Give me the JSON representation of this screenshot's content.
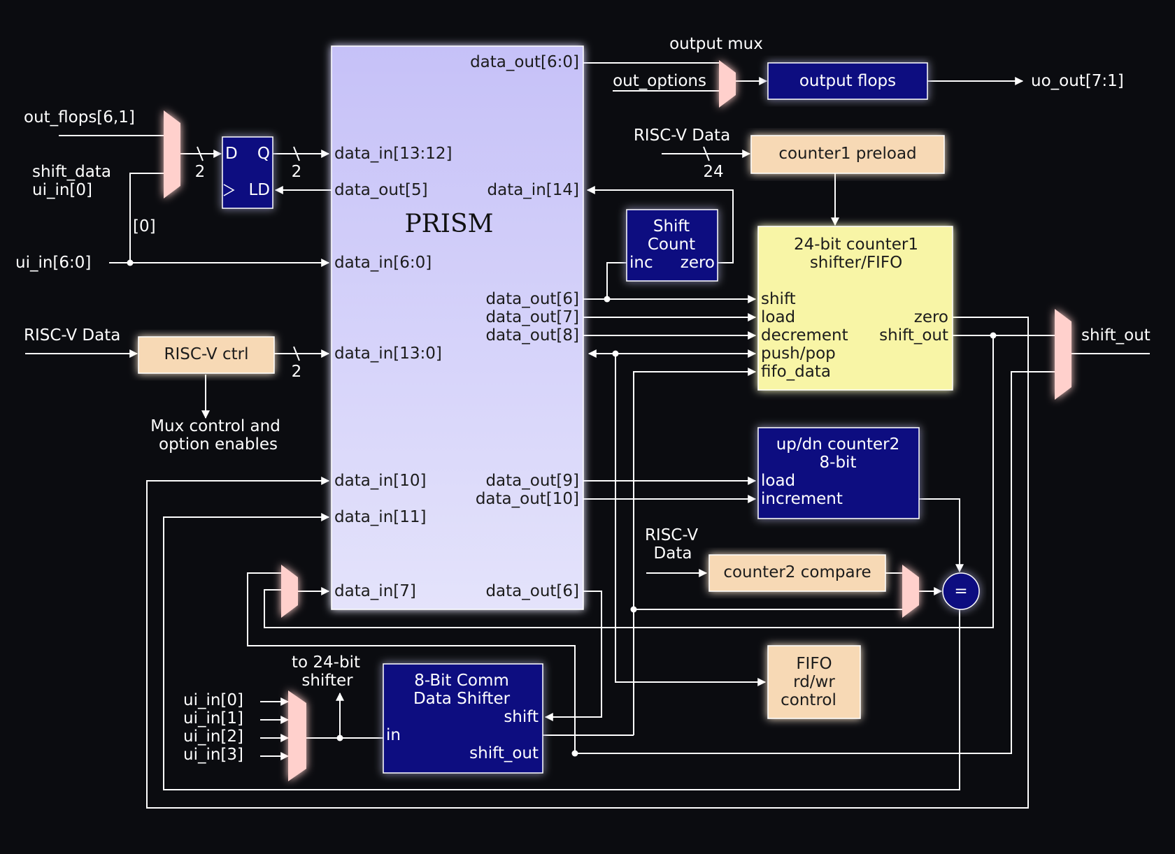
{
  "prism": {
    "title": "PRISM",
    "outputs": {
      "data_out_6_0": "data_out[6:0]",
      "data_out_5": "data_out[5]",
      "data_out_6": "data_out[6]",
      "data_out_7": "data_out[7]",
      "data_out_8": "data_out[8]",
      "data_out_9": "data_out[9]",
      "data_out_10": "data_out[10]",
      "data_out_6b": "data_out[6]"
    },
    "inputs": {
      "data_in_13_12": "data_in[13:12]",
      "data_in_14": "data_in[14]",
      "data_in_6_0": "data_in[6:0]",
      "data_in_13_0": "data_in[13:0]",
      "data_in_10": "data_in[10]",
      "data_in_11": "data_in[11]",
      "data_in_7": "data_in[7]"
    }
  },
  "signals": {
    "out_flops": "out_flops[6,1]",
    "shift_data": "shift_data",
    "ui_in_0_a": "ui_in[0]",
    "bit0": "[0]",
    "ui_in_6_0": "ui_in[6:0]",
    "riscv_data_left": "RISC-V Data",
    "riscv_data_top": "RISC-V Data",
    "riscv_data_mid_1": "RISC-V",
    "riscv_data_mid_2": "Data",
    "output_mux": "output mux",
    "out_options": "out_options",
    "uo_out": "uo_out[7:1]",
    "shift_out_right": "shift_out",
    "mux_ctrl_1": "Mux control and",
    "mux_ctrl_2": "option enables",
    "to_shifter_1": "to 24-bit",
    "to_shifter_2": "shifter",
    "ui_in_0": "ui_in[0]",
    "ui_in_1": "ui_in[1]",
    "ui_in_2": "ui_in[2]",
    "ui_in_3": "ui_in[3]",
    "w2a": "2",
    "w2b": "2",
    "w2c": "2",
    "w24": "24"
  },
  "flop": {
    "d": "D",
    "q": "Q",
    "ld": "LD"
  },
  "blocks": {
    "output_flops": "output flops",
    "counter1_preload": "counter1 preload",
    "shift_count_1": "Shift",
    "shift_count_2": "Count",
    "shift_count_inc": "inc",
    "shift_count_zero": "zero",
    "counter1_title_1": "24-bit counter1",
    "counter1_title_2": "shifter/FIFO",
    "c1_shift": "shift",
    "c1_load": "load",
    "c1_decrement": "decrement",
    "c1_pushpop": "push/pop",
    "c1_fifo_data": "fifo_data",
    "c1_zero": "zero",
    "c1_shift_out": "shift_out",
    "riscv_ctrl": "RISC-V ctrl",
    "counter2_title_1": "up/dn counter2",
    "counter2_title_2": "8-bit",
    "c2_load": "load",
    "c2_increment": "increment",
    "counter2_compare": "counter2 compare",
    "comparator": "=",
    "fifo_1": "FIFO",
    "fifo_2": "rd/wr",
    "fifo_3": "control",
    "comm_1": "8-Bit Comm",
    "comm_2": "Data Shifter",
    "comm_shift": "shift",
    "comm_in": "in",
    "comm_shift_out": "shift_out"
  },
  "colors": {
    "background": "#0b0c10",
    "navy_block": "#0c0a80",
    "tan_block": "#f7d9b5",
    "yellow_block": "#f8f5a6",
    "prism_top": "#c9c4f8",
    "prism_bottom": "#e4e3fb",
    "mux": "#ffd0cc",
    "wire": "#ffffff"
  }
}
